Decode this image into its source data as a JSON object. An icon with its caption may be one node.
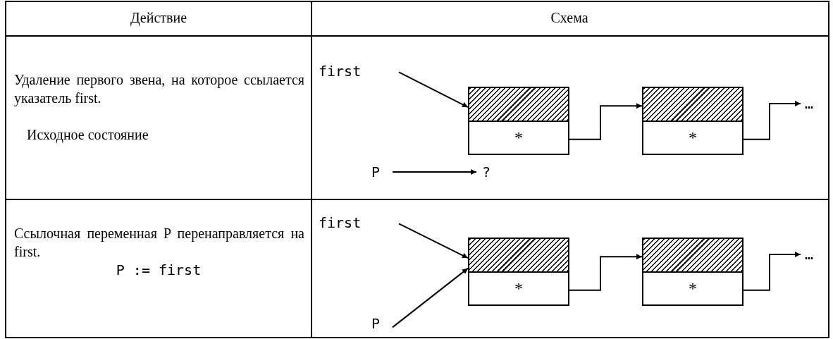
{
  "diagram": {
    "nodes": [
      {
        "text": [
          "first"
        ]
      },
      {
        "text": [
          "*"
        ]
      },
      {
        "text": [
          "*"
        ]
      },
      {
        "text": [
          "…"
        ]
      },
      {
        "text": [
          "P"
        ]
      },
      {
        "text": [
          "?"
        ]
      },
      {
        "text": [
          "first"
        ]
      },
      {
        "text": [
          "*"
        ]
      },
      {
        "text": [
          "*"
        ]
      },
      {
        "text": [
          "…"
        ]
      },
      {
        "text": [
          "P"
        ]
      }
    ],
    "edges": [
      {
        "from": 0,
        "to": 1,
        "arrow": "to"
      },
      {
        "from": 1,
        "to": 2,
        "arrow": "to"
      },
      {
        "from": 2,
        "to": 3,
        "arrow": "to"
      },
      {
        "from": 4,
        "to": 5,
        "arrow": "to"
      },
      {
        "from": 6,
        "to": 7,
        "arrow": "to"
      },
      {
        "from": 7,
        "to": 8,
        "arrow": "to"
      },
      {
        "from": 8,
        "to": 9,
        "arrow": "to"
      },
      {
        "from": 10,
        "to": 7,
        "arrow": "to"
      }
    ],
    "labels": [
      "Действие",
      "Схема",
      "Удаление первого звена, на которое ссылается указатель first.",
      "Исходное состояние",
      "Ссылочная переменная P перенаправляется на first.",
      "P := first"
    ]
  }
}
